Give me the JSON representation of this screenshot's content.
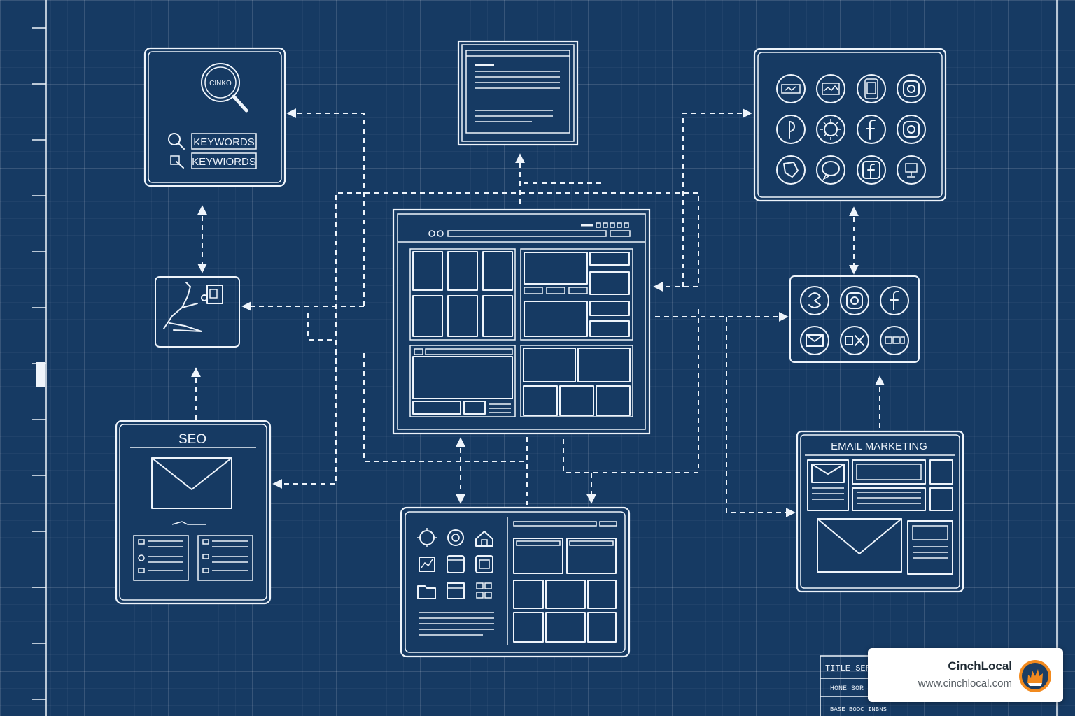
{
  "nodes": {
    "keyword_research": {
      "magnifier_text": "CINKO",
      "keyword_1": "KEYWORDS",
      "keyword_2": "KEYWIORDS"
    },
    "seo": {
      "title": "SEO"
    },
    "email_marketing": {
      "title": "EMAIL MARKETING"
    }
  },
  "title_block": {
    "line_1": "TITLE SER",
    "line_2": "HONE SOR",
    "line_3": "BASE BOOC INBNS"
  },
  "brand": {
    "name": "CinchLocal",
    "url": "www.cinchlocal.com",
    "logo_colors": {
      "ring": "#f28a1e",
      "center": "#1d3e63"
    }
  },
  "icons": {
    "social_large": [
      "message-icon",
      "mail-icon",
      "phone-icon",
      "instagram-icon",
      "pinterest-icon",
      "sun-icon",
      "facebook-icon",
      "instagram-icon",
      "bluesky-icon",
      "chat-icon",
      "facebook-icon",
      "bookmark-icon"
    ],
    "social_small": [
      "snapchat-icon",
      "instagram-icon",
      "facebook-icon",
      "mail-icon",
      "x-icon",
      "link-icon"
    ]
  },
  "colors": {
    "background": "#163a63",
    "line": "#eef4fb"
  }
}
